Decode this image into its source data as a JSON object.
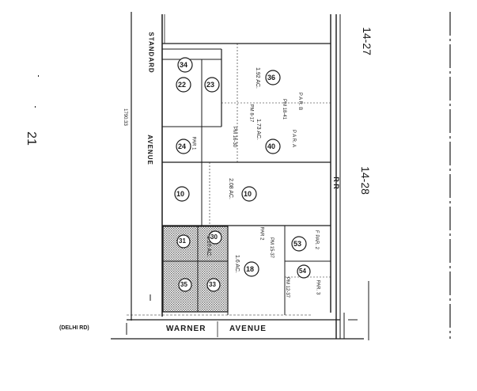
{
  "map": {
    "page_number": "21",
    "street_vertical": "STANDARD",
    "street_vertical_2": "AVENUE",
    "street_bottom": "WARNER",
    "street_bottom_2": "AVENUE",
    "street_bottom_left": "(DELHI RD)",
    "road_dim_left": "1790.33",
    "map_ref_top": "14-27",
    "map_ref_mid": "14-28",
    "railroad_label": "R R",
    "colors": {
      "ink": "#1a1a1a",
      "hatch": "#7a7a7a",
      "paper": "#ffffff"
    }
  },
  "parcels": [
    {
      "id": "p34",
      "number": "34"
    },
    {
      "id": "p22",
      "number": "22"
    },
    {
      "id": "p23",
      "number": "23"
    },
    {
      "id": "p36",
      "number": "36"
    },
    {
      "id": "p24",
      "number": "24"
    },
    {
      "id": "p40",
      "number": "40"
    },
    {
      "id": "p10a",
      "number": "10"
    },
    {
      "id": "p10b",
      "number": "10"
    },
    {
      "id": "p18",
      "number": "18"
    },
    {
      "id": "p53",
      "number": "53"
    },
    {
      "id": "p54",
      "number": "54"
    },
    {
      "id": "p31",
      "number": "31"
    },
    {
      "id": "p30",
      "number": "30"
    },
    {
      "id": "p35",
      "number": "35"
    },
    {
      "id": "p33",
      "number": "33"
    }
  ],
  "areas": {
    "a36": "1.92 AC.",
    "a40": "1.73 AC.",
    "a10": "2.08 AC.",
    "a18": "1.6 AC.",
    "a30": "1.10 AC."
  },
  "notes": {
    "par_b": "P A R. B",
    "par_a": "P A R. A",
    "pm_1": "PM 18-41",
    "pm_2": "PM 8-17",
    "pm_3": "PM 16-30",
    "par_1": "PAR 1",
    "par_2": "PAR 2",
    "par_3": "F PAR. 2",
    "par_4": "PAR. 3",
    "par_5": "PM 15-37",
    "par_6": "PM 12-37"
  }
}
